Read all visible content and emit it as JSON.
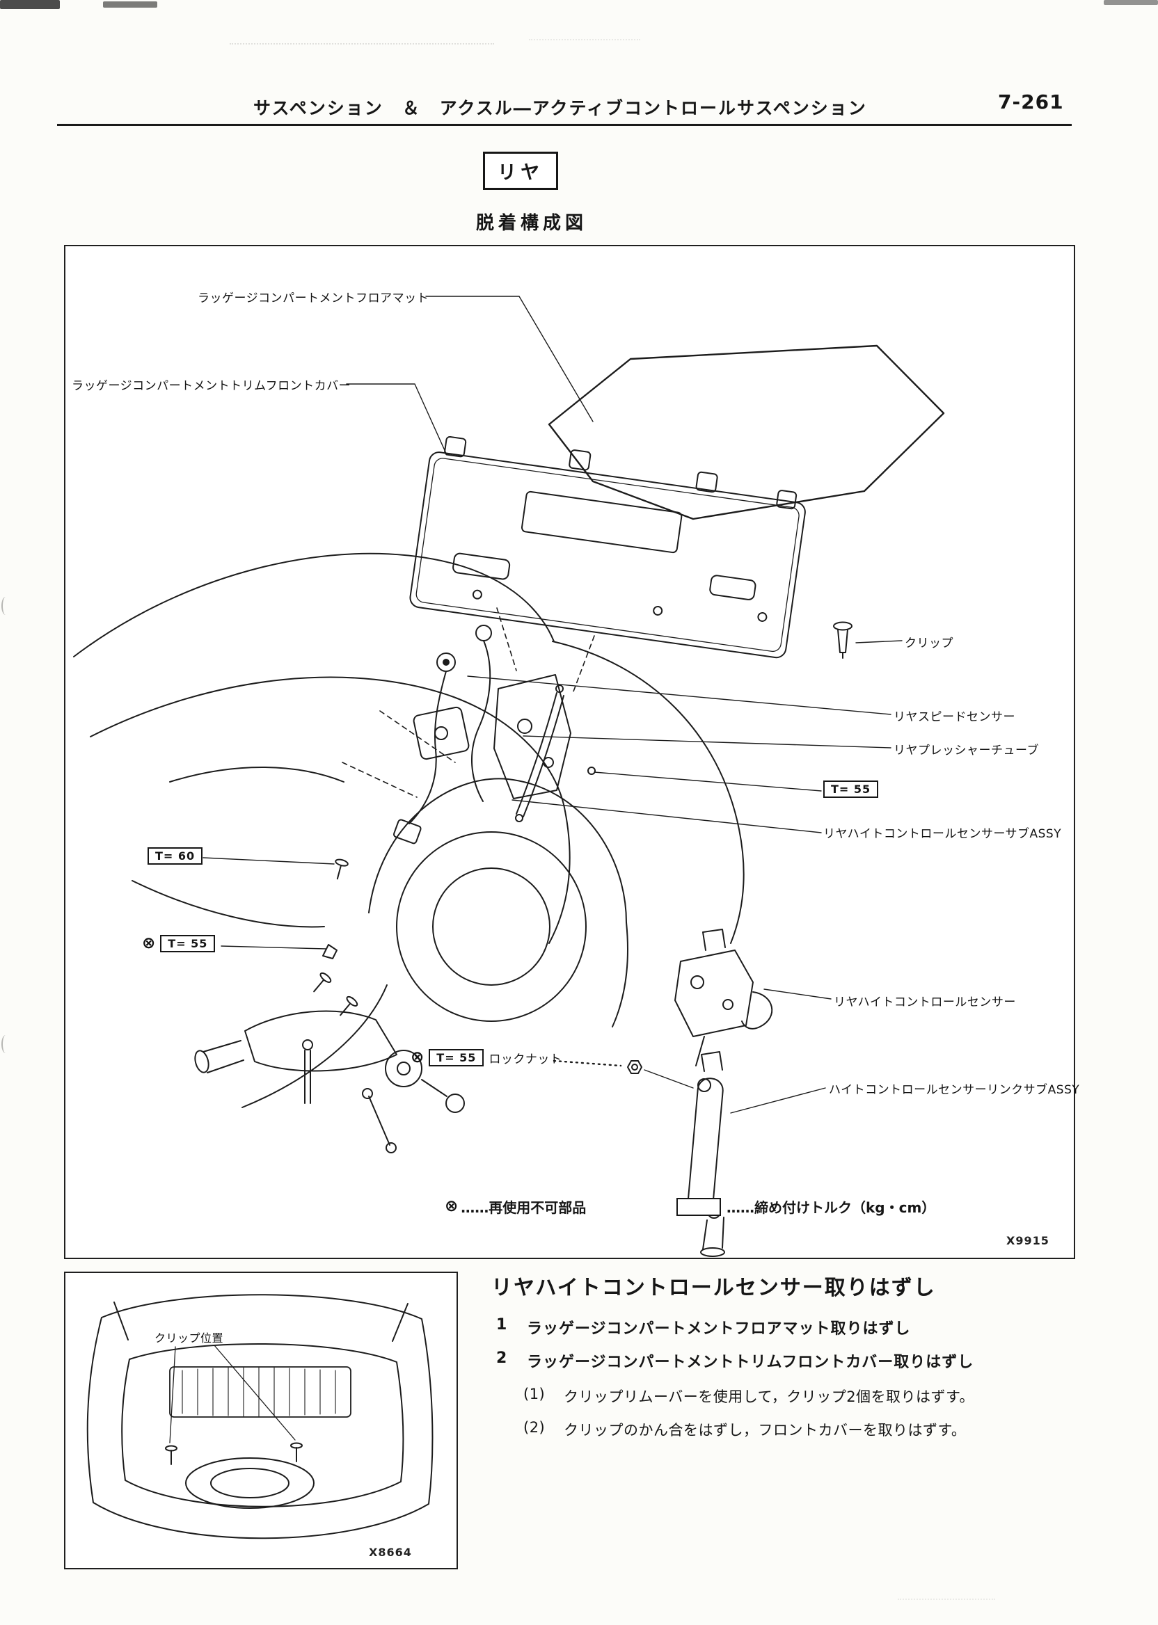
{
  "header": {
    "title": "サスペンション　＆　アクスル―アクティブコントロールサスペンション",
    "page_number": "7-261"
  },
  "section": {
    "tag": "リヤ",
    "title": "脱着構成図"
  },
  "diagram": {
    "labels": {
      "floor_mat": "ラッゲージコンパートメントフロアマット",
      "trim_front_cover": "ラッゲージコンパートメントトリムフロントカバー",
      "clip": "クリップ",
      "rear_speed_sensor": "リヤスピードセンサー",
      "rear_pressure_tube": "リヤプレッシャーチューブ",
      "height_sensor_sub_assy": "リヤハイトコントロールセンサーサブASSY",
      "height_sensor": "リヤハイトコントロールセンサー",
      "lock_nut": "ロックナット",
      "sensor_link_sub_assy": "ハイトコントロールセンサーリンクサブASSY"
    },
    "torques": {
      "t55": "T= 55",
      "t60": "T= 60"
    },
    "icons": {
      "non_reusable": "⊗"
    },
    "legend": {
      "non_reusable": "……再使用不可部品",
      "torque": "……締め付けトルク（kg・cm）"
    },
    "figure_number": "X9915"
  },
  "inset": {
    "clip_position": "クリップ位置",
    "figure_number": "X8664"
  },
  "procedure": {
    "heading": "リヤハイトコントロールセンサー取りはずし",
    "steps": [
      {
        "num": "1",
        "text": "ラッゲージコンパートメントフロアマット取りはずし"
      },
      {
        "num": "2",
        "text": "ラッゲージコンパートメントトリムフロントカバー取りはずし"
      }
    ],
    "substeps": [
      {
        "num": "(1)",
        "text": "クリップリムーバーを使用して，クリップ2個を取りはずす。"
      },
      {
        "num": "(2)",
        "text": "クリップのかん合をはずし，フロントカバーを取りはずす。"
      }
    ]
  }
}
